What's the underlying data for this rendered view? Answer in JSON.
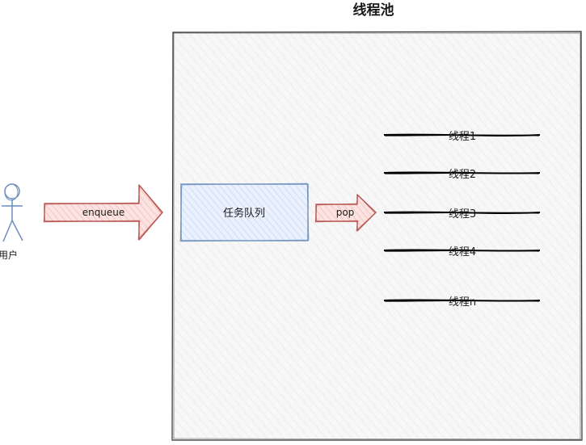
{
  "diagram": {
    "pool_title": "线程池",
    "user_label": "用户",
    "enqueue_label": "enqueue",
    "queue_label": "任务队列",
    "pop_label": "pop",
    "threads": [
      {
        "label": "线程1"
      },
      {
        "label": "线程2"
      },
      {
        "label": "线程3"
      },
      {
        "label": "线程4"
      },
      {
        "label": "线程n"
      }
    ]
  },
  "colors": {
    "pool_border": "#333333",
    "pool_fill": "#f5f5f5",
    "queue_border": "#6c8ebf",
    "queue_fill": "#dae8fc",
    "arrow_border": "#b85450",
    "arrow_fill": "#f8cecc",
    "user_stroke": "#6c8ebf",
    "thread_line": "#000000"
  }
}
